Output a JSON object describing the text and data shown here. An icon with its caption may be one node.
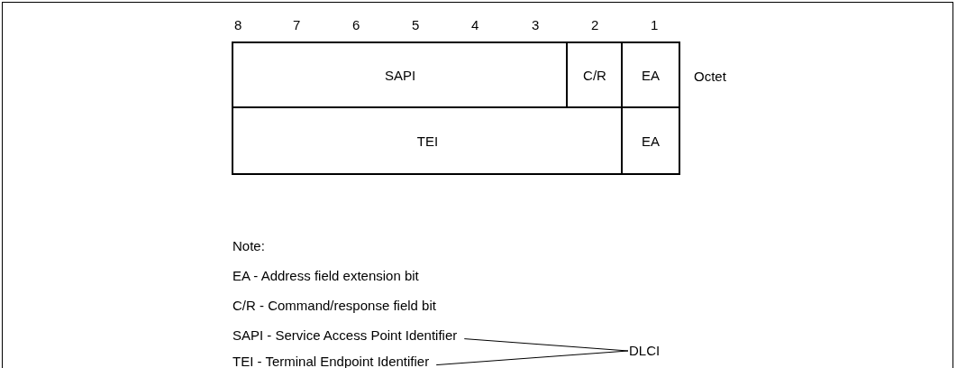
{
  "diagram": {
    "nodes": [
      {
        "text": [
          "SAPI - Service Access Point Identifier"
        ]
      },
      {
        "text": [
          "TEI - Terminal Endpoint Identifier"
        ]
      },
      {
        "text": [
          "DLCI"
        ]
      }
    ],
    "edges": [
      {
        "from": 0,
        "to": 2,
        "arrow": "none"
      },
      {
        "from": 1,
        "to": 2,
        "arrow": "none"
      }
    ],
    "labels": [
      "8",
      "7",
      "6",
      "5",
      "4",
      "3",
      "2",
      "1",
      "SAPI",
      "C/R",
      "EA",
      "Octet",
      "TEI",
      "EA",
      "Note:",
      "EA - Address field extension bit",
      "C/R - Command/response field bit"
    ]
  }
}
